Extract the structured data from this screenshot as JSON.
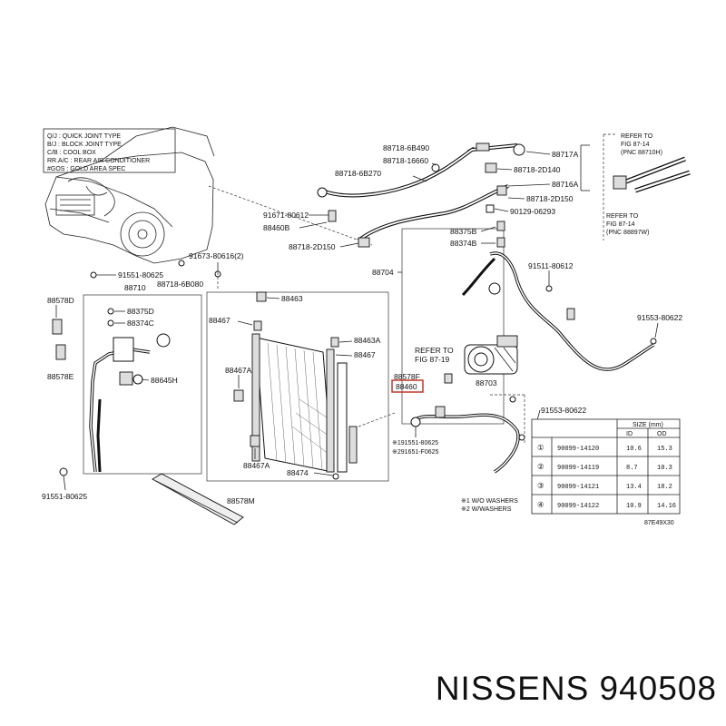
{
  "legend": [
    "Q/J : QUICK JOINT TYPE",
    "B/J : BLOCK JOINT TYPE",
    "C/B : COOL BOX",
    "RR.A/C : REAR AIR CONDITIONER",
    "#GOS : GOLD AREA SPEC"
  ],
  "refer_top": [
    "REFER TO",
    "FIG 87-14",
    "(PNC 88710H)"
  ],
  "refer_mid": [
    "REFER TO",
    "FIG 87-14",
    "(PNC 88897W)"
  ],
  "refer_comp": [
    "REFER TO",
    "FIG 87-19"
  ],
  "labels": {
    "p88718_6B490": "88718-6B490",
    "p88718_16660": "88718-16660",
    "p88718_6B270": "88718-6B270",
    "p88717A": "88717A",
    "p88718_2D140": "88718-2D140",
    "p88716A": "88716A",
    "p88718_2D150a": "88718-2D150",
    "p90129_06293": "90129-06293",
    "p91671_80612": "91671-80612",
    "p88460B": "88460B",
    "p88718_2D150b": "88718-2D150",
    "p88375B": "88375B",
    "p88374B": "88374B",
    "p91673_80616": "91673-80616(2)",
    "p88718_6B080": "88718-6B080",
    "p91551_80625a": "91551-80625",
    "p88710": "88710",
    "p88578D": "88578D",
    "p88375D": "88375D",
    "p88374C": "88374C",
    "p88578E": "88578E",
    "p88645H": "88645H",
    "p91551_80625b": "91551-80625",
    "p88704": "88704",
    "p91511_80612": "91511-80612",
    "p91553_80622a": "91553-80622",
    "p88463": "88463",
    "p88467a": "88467",
    "p88463A": "88463A",
    "p88467b": "88467",
    "p88467A_a": "88467A",
    "p88467A_b": "88467A",
    "p88474": "88474",
    "p88578M": "88578M",
    "p88578F": "88578F",
    "p88460": "88460",
    "p88703": "88703",
    "p91553_80622b": "91553-80622",
    "p91551_80625c": "※191551-80625",
    "p91651_F0625": "※291651-F0625",
    "washer1": "※1 W/O WASHERS",
    "washer2": "※2 W/WASHERS",
    "fig_code": "87E49X30"
  },
  "size_table": {
    "header": "SIZE (mm)",
    "col_d": "ID",
    "col_o": "OD",
    "rows": [
      {
        "n": "①",
        "part": "90099-14120",
        "id": "10.6",
        "od": "15.3"
      },
      {
        "n": "②",
        "part": "90099-14119",
        "id": "8.7",
        "od": "10.3"
      },
      {
        "n": "③",
        "part": "90099-14121",
        "id": "13.4",
        "od": "18.2"
      },
      {
        "n": "④",
        "part": "90099-14122",
        "id": "10.9",
        "od": "14.16"
      }
    ]
  },
  "brand": "NISSENS 940508",
  "colors": {
    "highlight_box": "#c0392b",
    "ink": "#111111"
  }
}
